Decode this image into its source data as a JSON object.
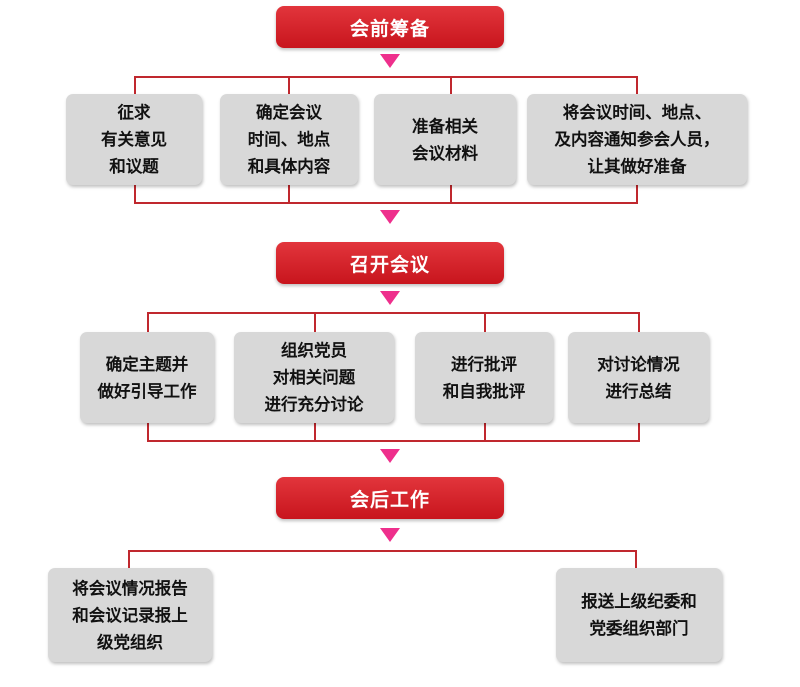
{
  "stages": [
    {
      "label": "会前筹备"
    },
    {
      "label": "召开会议"
    },
    {
      "label": "会后工作"
    }
  ],
  "prep_steps": [
    {
      "text": "征求\n有关意见\n和议题"
    },
    {
      "text": "确定会议\n时间、地点\n和具体内容"
    },
    {
      "text": "准备相关\n会议材料"
    },
    {
      "text": "将会议时间、地点、\n及内容通知参会人员，\n让其做好准备"
    }
  ],
  "meeting_steps": [
    {
      "text": "确定主题并\n做好引导工作"
    },
    {
      "text": "组织党员\n对相关问题\n进行充分讨论"
    },
    {
      "text": "进行批评\n和自我批评"
    },
    {
      "text": "对讨论情况\n进行总结"
    }
  ],
  "post_steps": [
    {
      "text": "将会议情况报告\n和会议记录报上\n级党组织"
    },
    {
      "text": "报送上级纪委和\n党委组织部门"
    }
  ],
  "colors": {
    "stage_fill": "#d01c23",
    "connector": "#c0282e",
    "arrow": "#ee2f8c",
    "box_fill": "#d8d8d8"
  }
}
